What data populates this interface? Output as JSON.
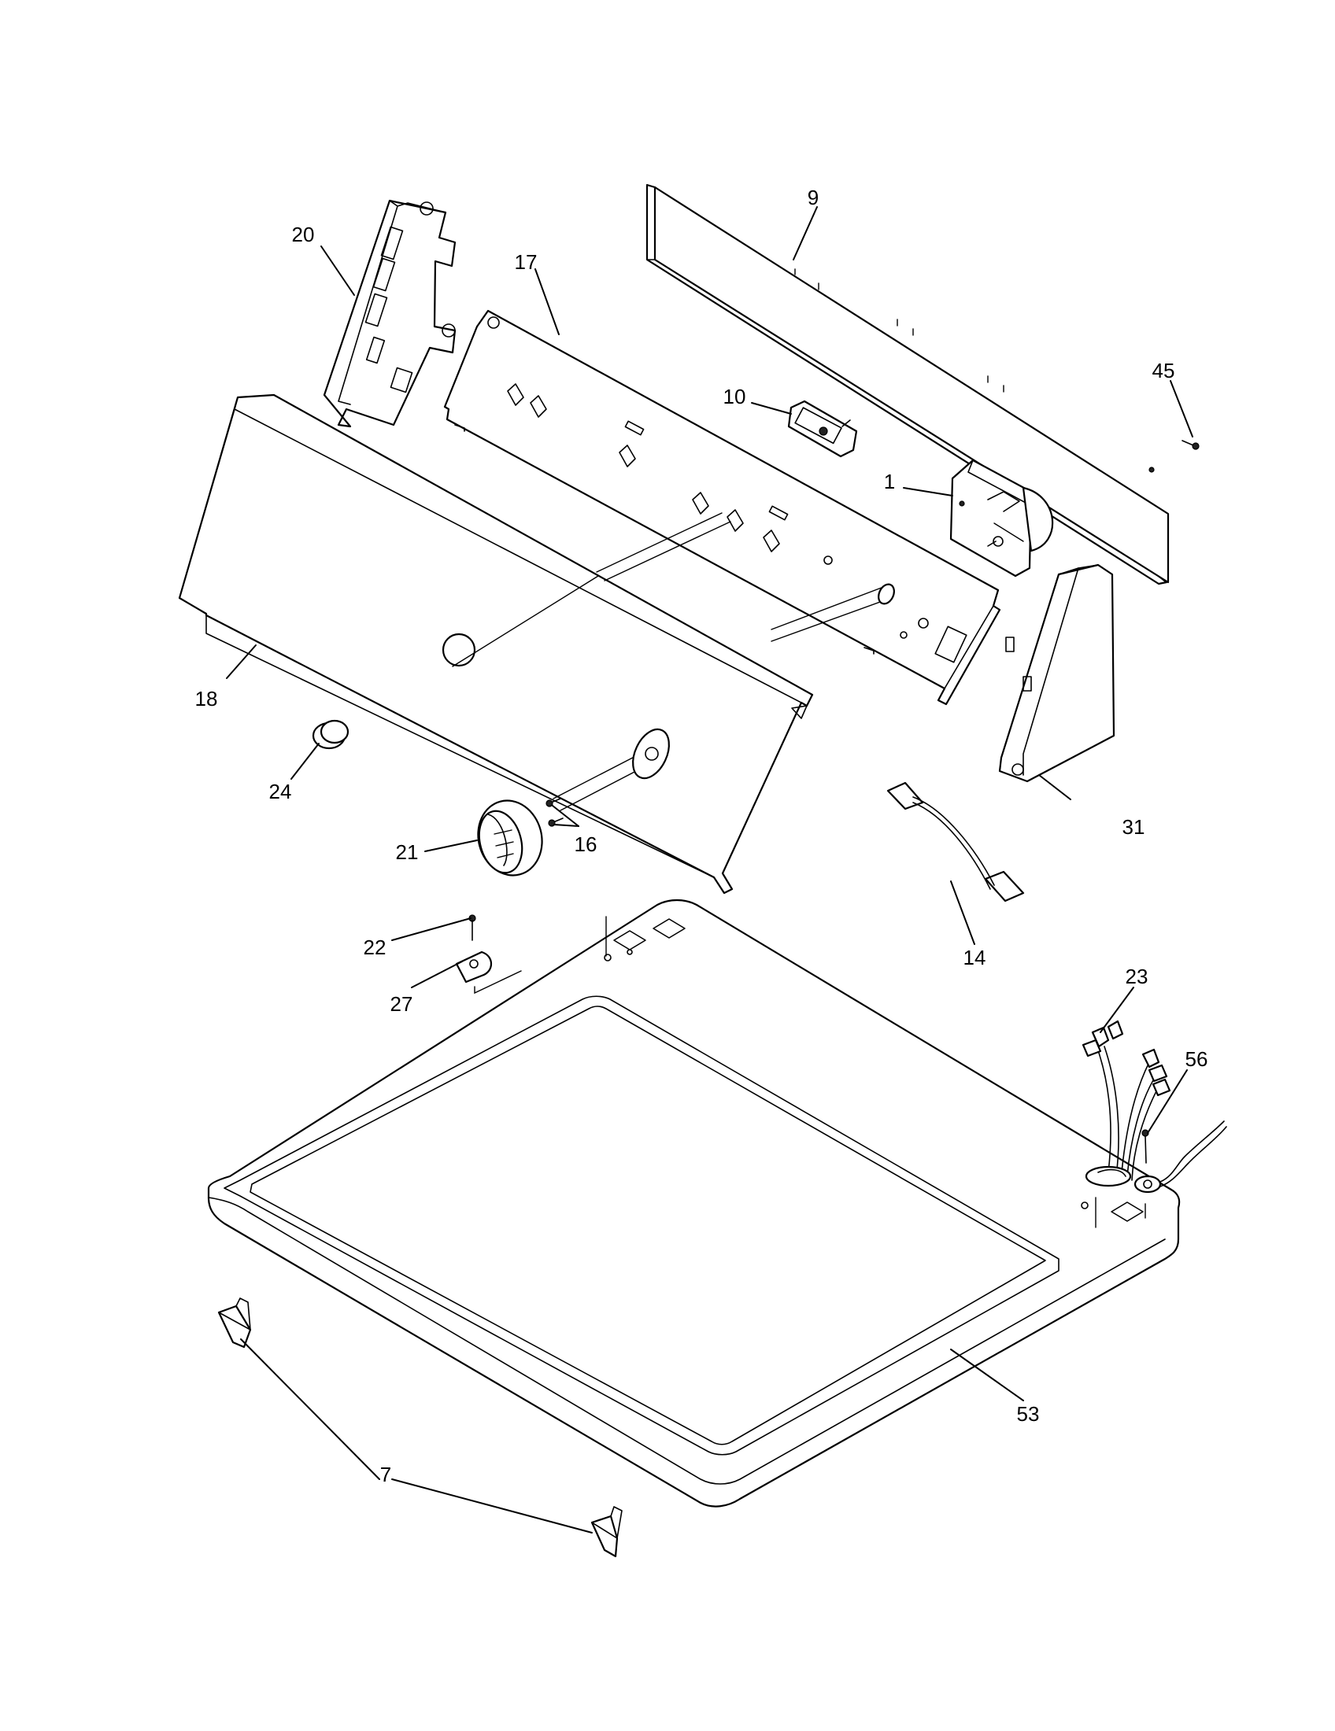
{
  "callouts": {
    "c1": "1",
    "c7": "7",
    "c9": "9",
    "c10": "10",
    "c14": "14",
    "c16": "16",
    "c17": "17",
    "c18": "18",
    "c20": "20",
    "c21": "21",
    "c22": "22",
    "c23": "23",
    "c24": "24",
    "c27": "27",
    "c31": "31",
    "c45": "45",
    "c53": "53",
    "c56": "56"
  }
}
